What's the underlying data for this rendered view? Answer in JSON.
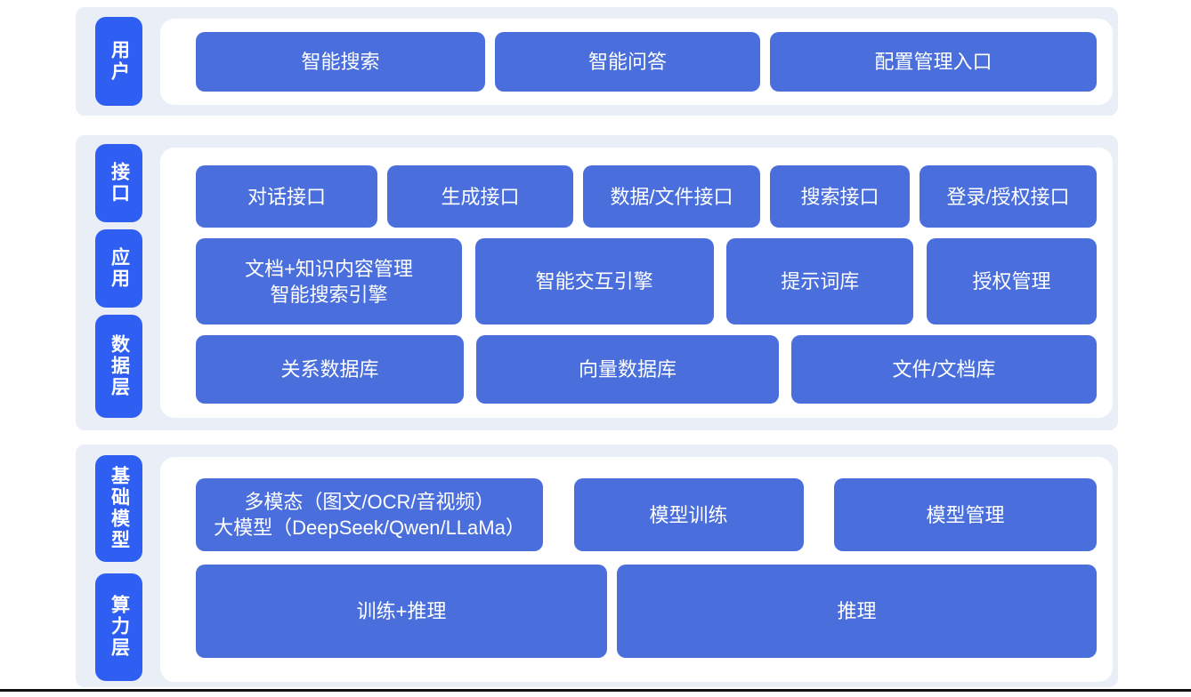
{
  "diagram": {
    "title": "AI platform layered architecture diagram",
    "colors": {
      "band_background": "#e9eef7",
      "layer_label_blue": "#2e5ff2",
      "box_blue": "#4a6fdc",
      "panel_white": "#ffffff",
      "bottom_rule": "#111111",
      "text_white": "#ffffff"
    },
    "bands": [
      {
        "name": "user-layer",
        "labels": [
          {
            "text": "用户"
          }
        ],
        "rows": [
          {
            "boxes": [
              {
                "label": "智能搜索"
              },
              {
                "label": "智能问答"
              },
              {
                "label": "配置管理入口"
              }
            ]
          }
        ]
      },
      {
        "name": "interface-application-data-layer",
        "labels": [
          {
            "text": "接口"
          },
          {
            "text": "应用"
          },
          {
            "text": "数据层"
          }
        ],
        "rows": [
          {
            "boxes": [
              {
                "label": "对话接口"
              },
              {
                "label": "生成接口"
              },
              {
                "label": "数据/文件接口"
              },
              {
                "label": "搜索接口"
              },
              {
                "label": "登录/授权接口"
              }
            ]
          },
          {
            "boxes": [
              {
                "label": "文档+知识内容管理\n智能搜索引擎"
              },
              {
                "label": "智能交互引擎"
              },
              {
                "label": "提示词库"
              },
              {
                "label": "授权管理"
              }
            ]
          },
          {
            "boxes": [
              {
                "label": "关系数据库"
              },
              {
                "label": "向量数据库"
              },
              {
                "label": "文件/文档库"
              }
            ]
          }
        ]
      },
      {
        "name": "foundation-model-compute-layer",
        "labels": [
          {
            "text": "基础模型"
          },
          {
            "text": "算力层"
          }
        ],
        "rows": [
          {
            "boxes": [
              {
                "label": "多模态（图文/OCR/音视频）\n大模型（DeepSeek/Qwen/LLaMa）"
              },
              {
                "label": "模型训练"
              },
              {
                "label": "模型管理"
              }
            ]
          },
          {
            "boxes": [
              {
                "label": "训练+推理"
              },
              {
                "label": "推理"
              }
            ]
          }
        ]
      }
    ]
  }
}
